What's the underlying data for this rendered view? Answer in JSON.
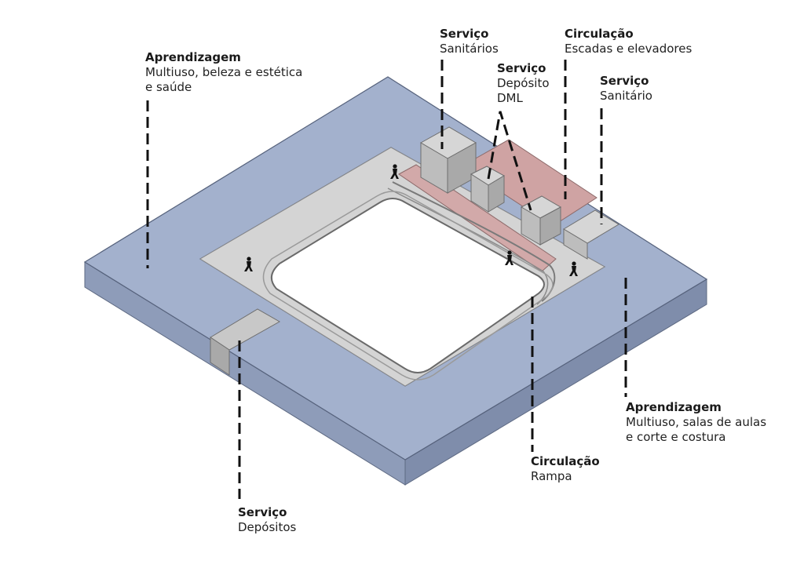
{
  "labels": {
    "aprendizagem_top": {
      "title": "Aprendizagem",
      "line1": "Multiuso, beleza e estética",
      "line2": "e saúde"
    },
    "servico_sanitarios": {
      "title": "Serviço",
      "line1": "Sanitários"
    },
    "servico_deposito": {
      "title": "Serviço",
      "line1": "Depósito",
      "line2": "DML"
    },
    "circulacao_escadas": {
      "title": "Circulação",
      "line1": "Escadas e elevadores"
    },
    "servico_sanitario": {
      "title": "Serviço",
      "line1": "Sanitário"
    },
    "aprendizagem_bottom": {
      "title": "Aprendizagem",
      "line1": "Multiuso, salas de aulas",
      "line2": "e corte e costura"
    },
    "circulacao_rampa": {
      "title": "Circulação",
      "line1": "Rampa"
    },
    "servico_depositos": {
      "title": "Serviço",
      "line1": "Depósitos"
    }
  },
  "colors": {
    "learning_blue": "#a3b1cd",
    "service_gray": "#c8c8c8",
    "circulation_pink": "#cfa3a3",
    "leader_line": "#111111"
  }
}
